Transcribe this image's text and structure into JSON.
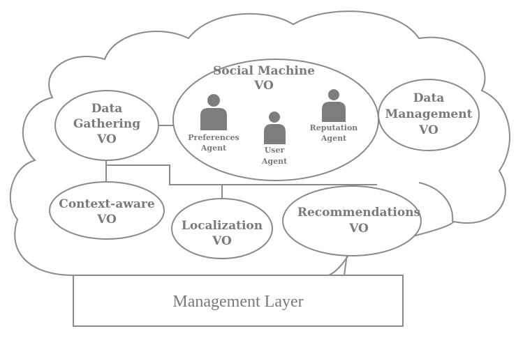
{
  "diagram": {
    "social_machine": {
      "line1": "Social Machine",
      "line2": "VO"
    },
    "agents": {
      "preferences": {
        "line1": "Preferences",
        "line2": "Agent"
      },
      "user": {
        "line1": "User",
        "line2": "Agent"
      },
      "reputation": {
        "line1": "Reputation",
        "line2": "Agent"
      }
    },
    "data_gathering": {
      "line1": "Data",
      "line2": "Gathering",
      "line3": "VO"
    },
    "data_management": {
      "line1": "Data",
      "line2": "Management",
      "line3": "VO"
    },
    "context_aware": {
      "line1": "Context-aware",
      "line2": "VO"
    },
    "localization": {
      "line1": "Localization",
      "line2": "VO"
    },
    "recommendations": {
      "line1": "Recommendations",
      "line2": "VO"
    },
    "management_layer": "Management Layer"
  },
  "colors": {
    "stroke": "#8a8a8a",
    "text": "#7a7a7a",
    "agent_fill": "#7d7d7d",
    "background": "#ffffff"
  }
}
